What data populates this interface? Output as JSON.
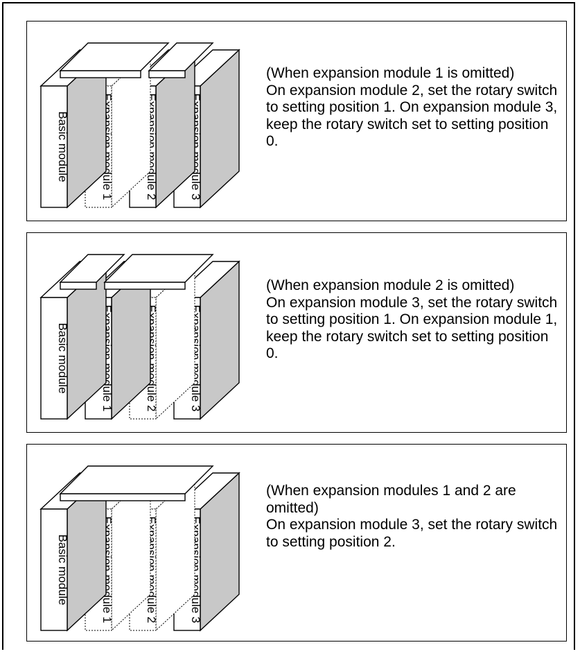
{
  "panels": [
    {
      "labels": [
        "Basic module",
        "Expansion module 1",
        "Expansion module 2",
        "Expansion module 3"
      ],
      "present": [
        true,
        false,
        true,
        true
      ],
      "text": "(When expansion module 1 is omitted)\nOn expansion module 2, set the rotary switch to setting position 1.    On expansion module 3, keep the rotary switch set to setting position 0."
    },
    {
      "labels": [
        "Basic module",
        "Expansion module 1",
        "Expansion module 2",
        "Expansion module 3"
      ],
      "present": [
        true,
        true,
        false,
        true
      ],
      "text": "(When expansion module 2 is omitted)\nOn expansion module 3, set the rotary switch to setting position 1.    On expansion module 1, keep the rotary switch set to setting position 0."
    },
    {
      "labels": [
        "Basic module",
        "Expansion module 1",
        "Expansion module 2",
        "Expansion module 3"
      ],
      "present": [
        true,
        false,
        false,
        true
      ],
      "text": "(When expansion modules 1 and 2 are omitted)\nOn expansion module 3, set the rotary switch to setting position 2."
    }
  ],
  "colors": {
    "line": "#000000",
    "shade": "#c8c8c8",
    "face": "#ffffff"
  }
}
